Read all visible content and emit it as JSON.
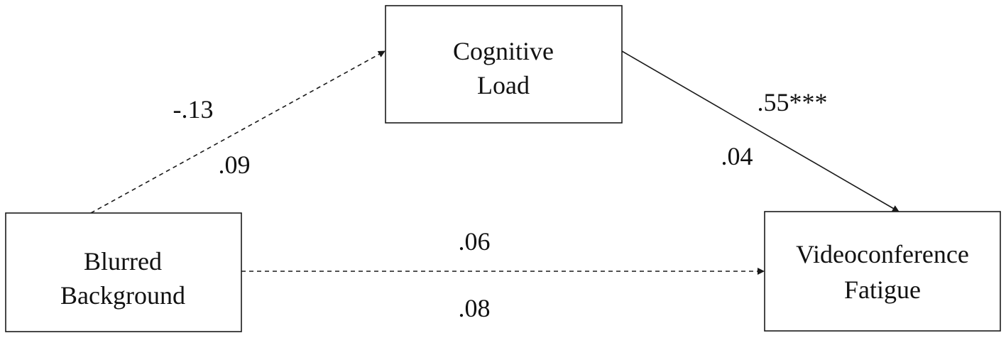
{
  "nodes": {
    "cognitive_load": {
      "line1": "Cognitive",
      "line2": "Load"
    },
    "blurred_background": {
      "line1": "Blurred",
      "line2": "Background"
    },
    "videoconference_fatigue": {
      "line1": "Videoconference",
      "line2": "Fatigue"
    }
  },
  "edges": {
    "background_to_load": {
      "coef_top": "-.13",
      "coef_bottom": ".09",
      "style": "dashed"
    },
    "load_to_fatigue": {
      "coef_top": ".55***",
      "coef_bottom": ".04",
      "style": "solid"
    },
    "background_to_fatigue": {
      "coef_top": ".06",
      "coef_bottom": ".08",
      "style": "dashed"
    }
  },
  "colors": {
    "stroke": "#1a1a1a",
    "text": "#111111",
    "background": "#ffffff"
  }
}
